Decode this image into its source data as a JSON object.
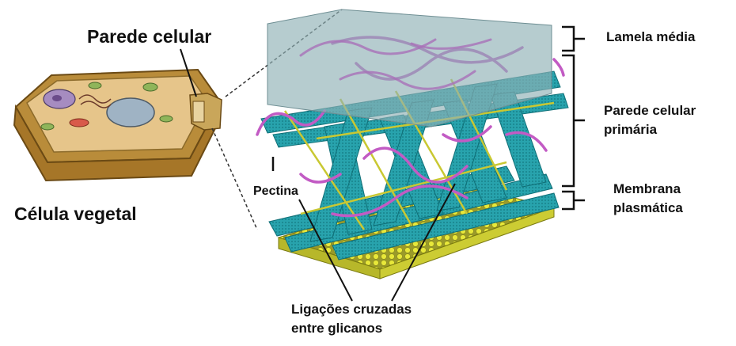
{
  "labels": {
    "cell_wall": "Parede celular",
    "plant_cell": "Célula vegetal",
    "middle_lamella": "Lamela média",
    "primary_wall_line1": "Parede celular",
    "primary_wall_line2": "primária",
    "plasma_membrane_line1": "Membrana",
    "plasma_membrane_line2": "plasmática",
    "pectin": "Pectina",
    "glycan_line1": "Ligações cruzadas",
    "glycan_line2": "entre glicanos"
  },
  "icons": [
    "plant-cell-illustration",
    "cell-wall-structure-illustration"
  ],
  "colors": {
    "cellulose": "#28a3ad",
    "pectin": "#c25bc4",
    "hemicellulose": "#c9c832",
    "membrane_heads": "#e8e83a",
    "lamella": "#8fb0b5",
    "cell_body": "#c9a24b"
  }
}
